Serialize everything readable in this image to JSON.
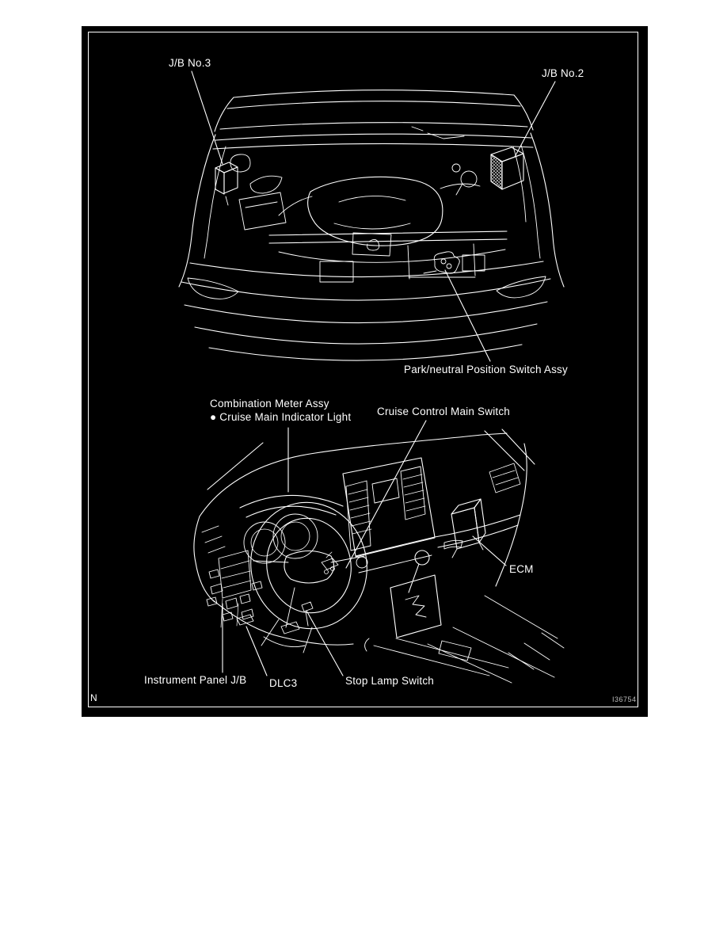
{
  "figure": {
    "corner_mark": "N",
    "figure_code": "I36754",
    "colors": {
      "page_background": "#ffffff",
      "figure_background": "#000000",
      "line_color": "#ffffff"
    },
    "engine_compartment": {
      "labels": {
        "jb_no3": "J/B No.3",
        "jb_no2": "J/B No.2",
        "park_neutral": "Park/neutral Position Switch Assy"
      }
    },
    "instrument_panel": {
      "labels": {
        "combination_meter": "Combination Meter Assy",
        "cruise_indicator": "● Cruise Main Indicator Light",
        "cruise_switch": "Cruise Control Main Switch",
        "ecm": "ECM",
        "instrument_panel_jb": "Instrument Panel J/B",
        "dlc3": "DLC3",
        "stop_lamp_switch": "Stop Lamp Switch"
      }
    }
  }
}
